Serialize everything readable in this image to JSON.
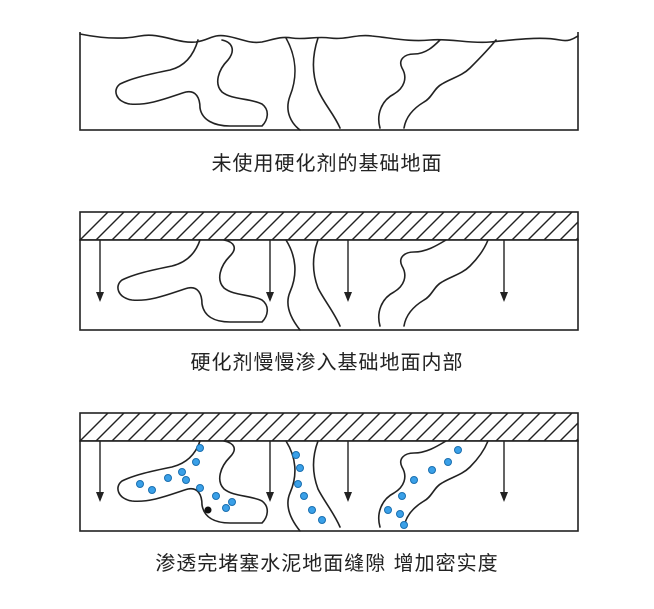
{
  "panels": [
    {
      "caption": "未使用硬化剂的基础地面"
    },
    {
      "caption": "硬化剂慢慢渗入基础地面内部"
    },
    {
      "caption": "渗透完堵塞水泥地面缝隙 增加密实度"
    }
  ],
  "colors": {
    "line": "#222222",
    "particle": "#3aa0e8",
    "particle_dark": "#111111"
  }
}
